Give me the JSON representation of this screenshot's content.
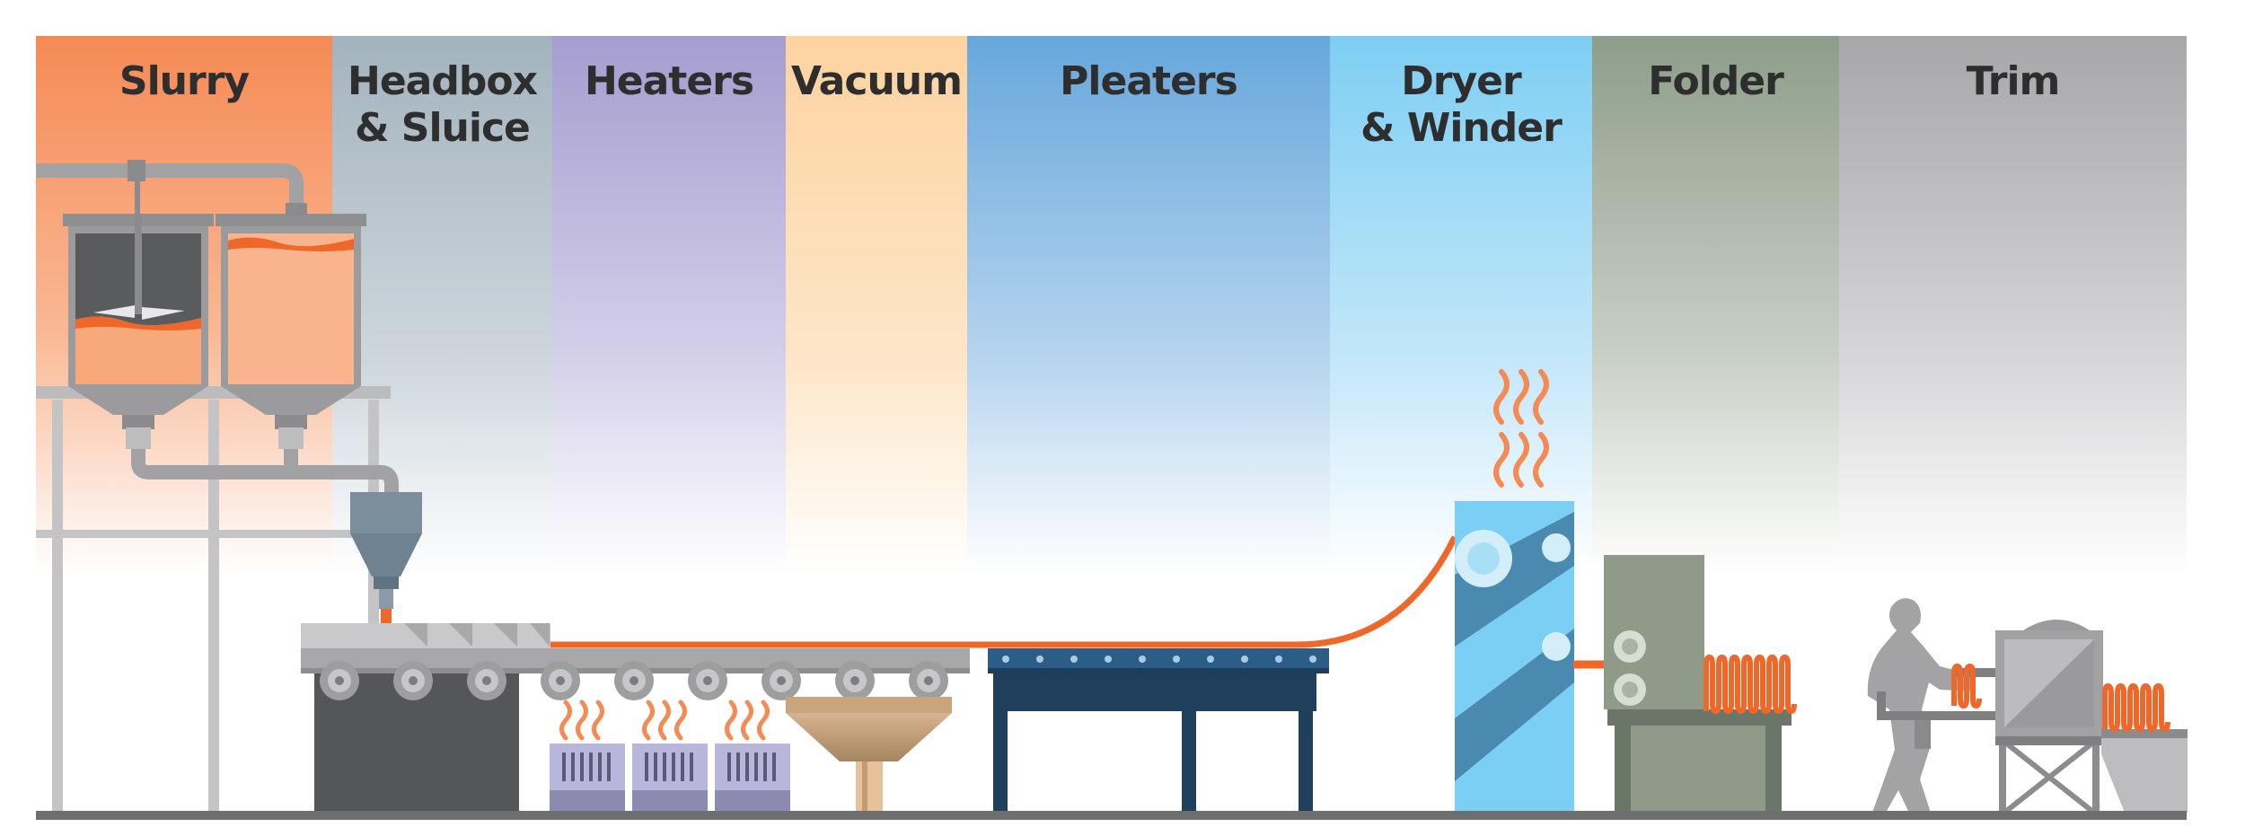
{
  "stages": [
    {
      "id": "slurry",
      "lines": [
        "Slurry"
      ],
      "color": "#f58a55"
    },
    {
      "id": "headbox",
      "lines": [
        "Headbox",
        "& Sluice"
      ],
      "color": "#a6b5c0"
    },
    {
      "id": "heaters",
      "lines": [
        "Heaters"
      ],
      "color": "#a79fd0"
    },
    {
      "id": "vacuum",
      "lines": [
        "Vacuum"
      ],
      "color": "#fdd9a8"
    },
    {
      "id": "pleaters",
      "lines": [
        "Pleaters"
      ],
      "color": "#6aa9dc"
    },
    {
      "id": "dryer",
      "lines": [
        "Dryer",
        "& Winder"
      ],
      "color": "#7fcff3"
    },
    {
      "id": "folder",
      "lines": [
        "Folder"
      ],
      "color": "#909f8c"
    },
    {
      "id": "trim",
      "lines": [
        "Trim"
      ],
      "color": "#a9a9ac"
    }
  ],
  "colors": {
    "slurry_orange": "#f0672a",
    "steel_gray": "#9a9a9c",
    "dark_gray": "#58595b",
    "navy": "#1f3f5c",
    "dryer_blue": "#7ccff4",
    "dryer_stripe": "#4a8ab0",
    "folder_green": "#8f9b88",
    "heater_lilac": "#b9b6dc"
  }
}
